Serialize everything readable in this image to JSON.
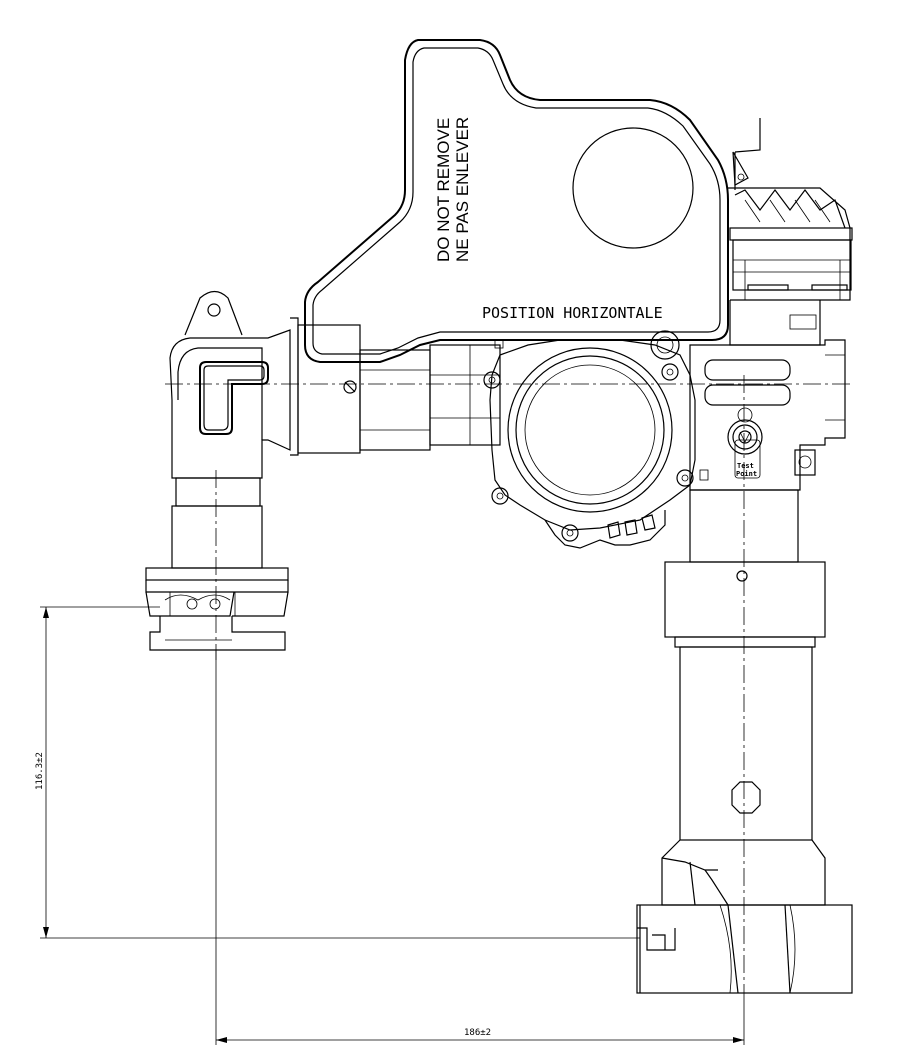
{
  "labels": {
    "warning_en": "DO NOT REMOVE",
    "warning_fr": "NE PAS ENLEVER",
    "orientation": "POSITION HORIZONTALE",
    "test_point_line1": "Test",
    "test_point_line2": "Point"
  },
  "dimensions": {
    "vertical": "116.3±2",
    "horizontal": "186±2"
  }
}
